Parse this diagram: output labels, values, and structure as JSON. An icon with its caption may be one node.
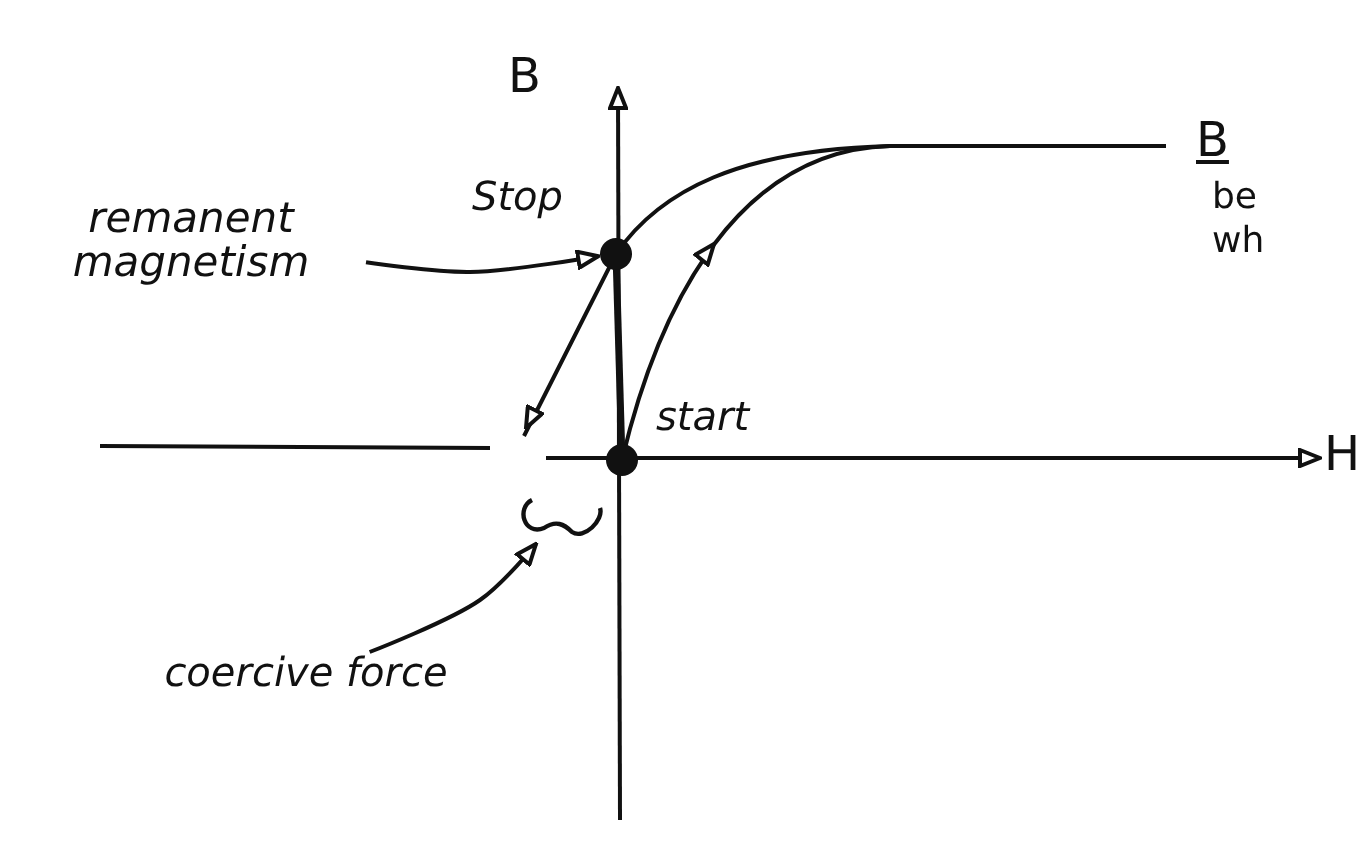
{
  "diagram": {
    "nodes": [
      {
        "text": [
          "remanent magnetism"
        ]
      },
      {
        "text": [],
        "shape": "circle",
        "beside": [
          "Stop"
        ]
      },
      {
        "text": [],
        "shape": "circle",
        "beside": [
          "start"
        ]
      },
      {
        "text": [],
        "shape": "brace"
      },
      {
        "text": [
          "coercive force"
        ]
      }
    ],
    "edges": [
      {
        "from": 0,
        "to": 1,
        "arrow": "to"
      },
      {
        "from": 4,
        "to": 3,
        "arrow": "to"
      }
    ],
    "labels": [
      "B",
      "H",
      "B",
      "be",
      "wh"
    ]
  }
}
